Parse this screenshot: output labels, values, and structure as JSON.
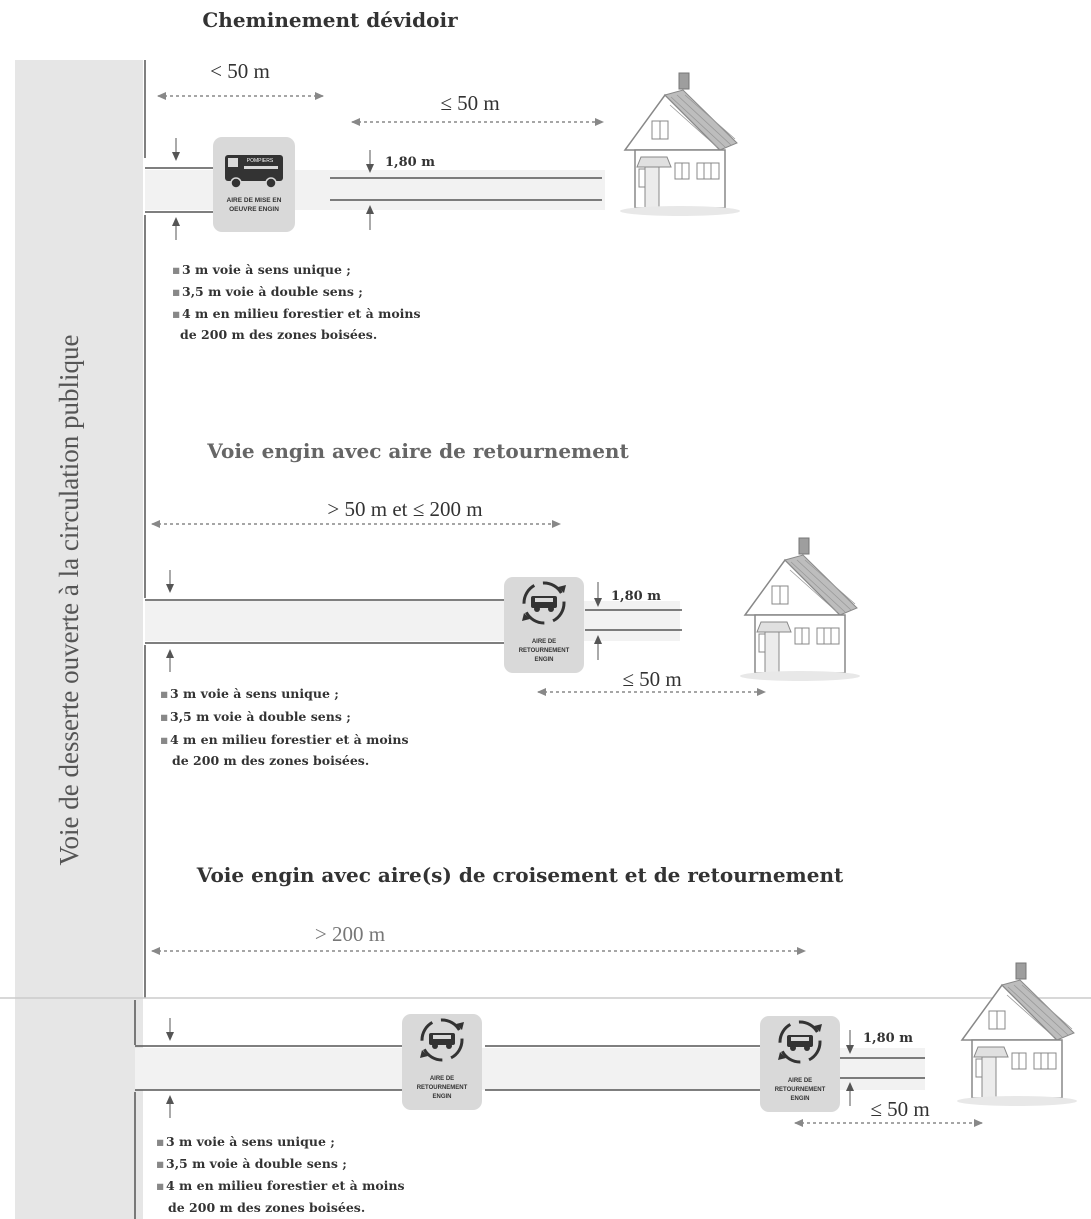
{
  "colors": {
    "sidebar_fill": "#e6e6e6",
    "road_line": "#555555",
    "road_fill": "#f2f2f2",
    "arrow_gray": "#888888",
    "title_dark": "#333333",
    "title_gray": "#666666",
    "badge_fill": "#d9d9d9",
    "roof": "#b5b5b5"
  },
  "side_label": "Voie de desserte ouverte à la circulation publique",
  "bullets": {
    "b1": "3 m voie à sens unique ;",
    "b2": "3,5 m voie à double sens ;",
    "b3": "4 m en milieu forestier et à moins",
    "b4": "de 200 m des zones boisées."
  },
  "section1": {
    "title": "Cheminement dévidoir",
    "dist_left": "< 50 m",
    "dist_right": "≤ 50 m",
    "width_label": "1,80 m",
    "badge_line1": "AIRE DE MISE EN",
    "badge_line2": "OEUVRE ENGIN",
    "truck_text": "POMPIERS"
  },
  "section2": {
    "title": "Voie engin avec aire de retournement",
    "dist_top": "> 50 m et ≤ 200 m",
    "dist_bottom": "≤ 50 m",
    "width_label": "1,80 m",
    "badge_line1": "AIRE DE",
    "badge_line2": "RETOURNEMENT",
    "badge_line3": "ENGIN"
  },
  "section3": {
    "title": "Voie engin avec aire(s) de croisement et de retournement",
    "dist_top": "> 200 m",
    "dist_bottom": "≤ 50 m",
    "width_label": "1,80 m",
    "badge_line1": "AIRE DE",
    "badge_line2": "RETOURNEMENT",
    "badge_line3": "ENGIN"
  },
  "icons": {
    "truck": "fire-truck-icon",
    "turnaround": "turnaround-arrows-icon",
    "house": "house-icon"
  }
}
